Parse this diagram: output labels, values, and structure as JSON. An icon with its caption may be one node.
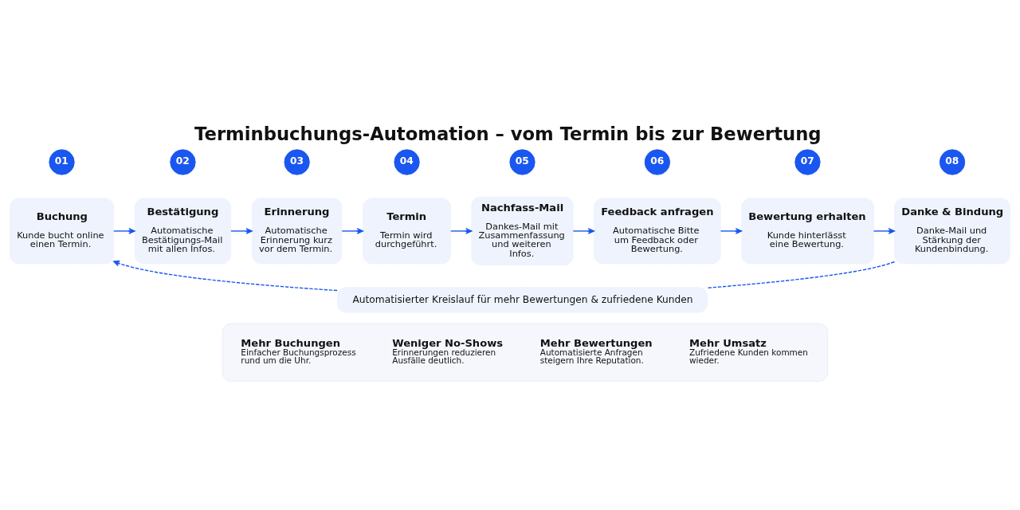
{
  "diagram": {
    "title": "Terminbuchungs-Automation – vom Termin bis zur Bewertung",
    "nodes": [
      {
        "text": [
          "01"
        ]
      },
      {
        "text": [
          "Buchung",
          "Kunde bucht online einen Termin."
        ]
      },
      {
        "text": [
          "02"
        ]
      },
      {
        "text": [
          "Bestätigung",
          "Automatische Bestätigungs-Mail mit allen Infos."
        ]
      },
      {
        "text": [
          "03"
        ]
      },
      {
        "text": [
          "Erinnerung",
          "Automatische Erinnerung kurz vor dem Termin."
        ]
      },
      {
        "text": [
          "04"
        ]
      },
      {
        "text": [
          "Termin",
          "Termin wird durchgeführt."
        ]
      },
      {
        "text": [
          "05"
        ]
      },
      {
        "text": [
          "Nachfass-Mail",
          "Dankes-Mail mit Zusammenfassung und weiteren Infos."
        ]
      },
      {
        "text": [
          "06"
        ]
      },
      {
        "text": [
          "Feedback anfragen",
          "Automatische Bitte um Feedback oder Bewertung."
        ]
      },
      {
        "text": [
          "07"
        ]
      },
      {
        "text": [
          "Bewertung erhalten",
          "Kunde hinterlässt eine Bewertung."
        ]
      },
      {
        "text": [
          "08"
        ]
      },
      {
        "text": [
          "Danke & Bindung",
          "Danke-Mail und Stärkung der Kundenbindung."
        ]
      },
      {
        "text": [
          "Automatisierter Kreislauf für mehr Bewertungen & zufriedene Kunden"
        ]
      },
      {
        "text": [],
        "shape": "box"
      },
      {
        "text": [
          "Mehr Buchungen",
          "Einfacher Buchungsprozess rund um die Uhr."
        ],
        "in": 17
      },
      {
        "text": [
          "Weniger No-Shows",
          "Erinnerungen reduzieren Ausfälle deutlich."
        ],
        "in": 17
      },
      {
        "text": [
          "Mehr Bewertungen",
          "Automatisierte Anfragen steigern Ihre Reputation."
        ],
        "in": 17
      },
      {
        "text": [
          "Mehr Umsatz",
          "Zufriedene Kunden kommen wieder."
        ],
        "in": 17
      }
    ],
    "edges": [
      {
        "from": 1,
        "to": 3,
        "arrow": "to"
      },
      {
        "from": 3,
        "to": 5,
        "arrow": "to"
      },
      {
        "from": 5,
        "to": 7,
        "arrow": "to"
      },
      {
        "from": 7,
        "to": 9,
        "arrow": "to"
      },
      {
        "from": 9,
        "to": 11,
        "arrow": "to"
      },
      {
        "from": 11,
        "to": 13,
        "arrow": "to"
      },
      {
        "from": 13,
        "to": 15,
        "arrow": "to"
      },
      {
        "from": 15,
        "to": 16,
        "arrow": "none",
        "style": "dashed"
      },
      {
        "from": 16,
        "to": 1,
        "arrow": "to",
        "style": "dashed"
      }
    ]
  }
}
